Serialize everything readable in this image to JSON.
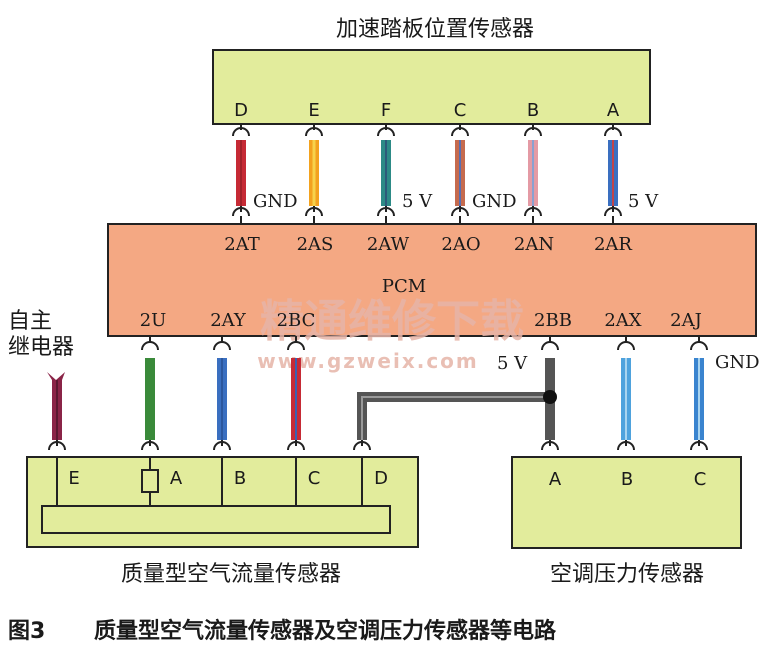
{
  "top_sensor": {
    "title": "加速踏板位置传感器",
    "pins": [
      "D",
      "E",
      "F",
      "C",
      "B",
      "A"
    ]
  },
  "pcm": {
    "name": "PCM",
    "top_pins": [
      "2AT",
      "2AS",
      "2AW",
      "2AO",
      "2AN",
      "2AR"
    ],
    "bottom_pins": [
      "2U",
      "2AY",
      "2BC",
      "2BB",
      "2AX",
      "2AJ"
    ]
  },
  "upper_wire_labels": [
    "GND",
    "5 V",
    "GND",
    "5 V"
  ],
  "relay_label": [
    "自主",
    "继电器"
  ],
  "maf_sensor": {
    "title": "质量型空气流量传感器",
    "pins": [
      "E",
      "A",
      "B",
      "C",
      "D"
    ]
  },
  "ac_sensor": {
    "title": "空调压力传感器",
    "pins": [
      "A",
      "B",
      "C"
    ]
  },
  "lower_wire_labels": [
    "5 V",
    "GND"
  ],
  "watermark": {
    "cn": "精通维修下载",
    "url": "www.gzweix.com"
  },
  "caption": {
    "figure": "图3",
    "text": "质量型空气流量传感器及空调压力传感器等电路"
  },
  "colors": {
    "box_fill": "#e2ec9c",
    "pcm_fill": "#f4a883",
    "wire_red": "#c62a35",
    "wire_orange": "#f3a21e",
    "wire_teal": "#2c8a86",
    "wire_brown_blue": "#c56b4e",
    "wire_pink": "#e49aa4",
    "wire_blue": "#3a6fc0",
    "wire_green": "#3a8a3a",
    "wire_light_blue": "#4ea2dd",
    "wire_gray": "#555555",
    "wire_maroon": "#8a2447"
  }
}
